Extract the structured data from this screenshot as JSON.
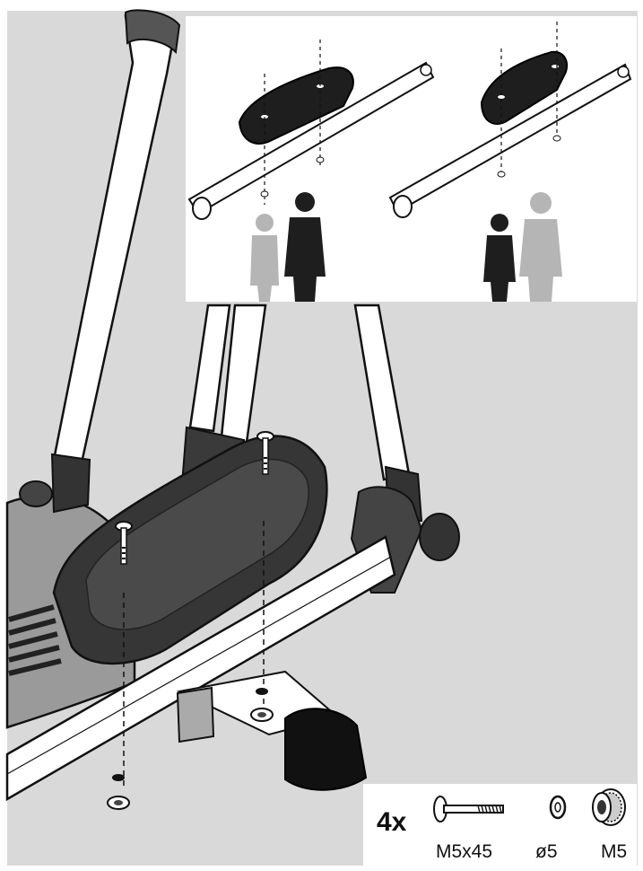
{
  "parts": {
    "quantity": "4x",
    "items": [
      {
        "label": "M5x45",
        "icon": "bolt-icon"
      },
      {
        "label": "ø5",
        "icon": "washer-icon"
      },
      {
        "label": "M5",
        "icon": "nut-icon"
      }
    ]
  },
  "colors": {
    "background": "#d9d9d9",
    "frame_dark": "#2e2e2e",
    "frame_light": "#ffffff",
    "person_dark": "#1e1e1e",
    "person_light": "#b5b5b5"
  }
}
